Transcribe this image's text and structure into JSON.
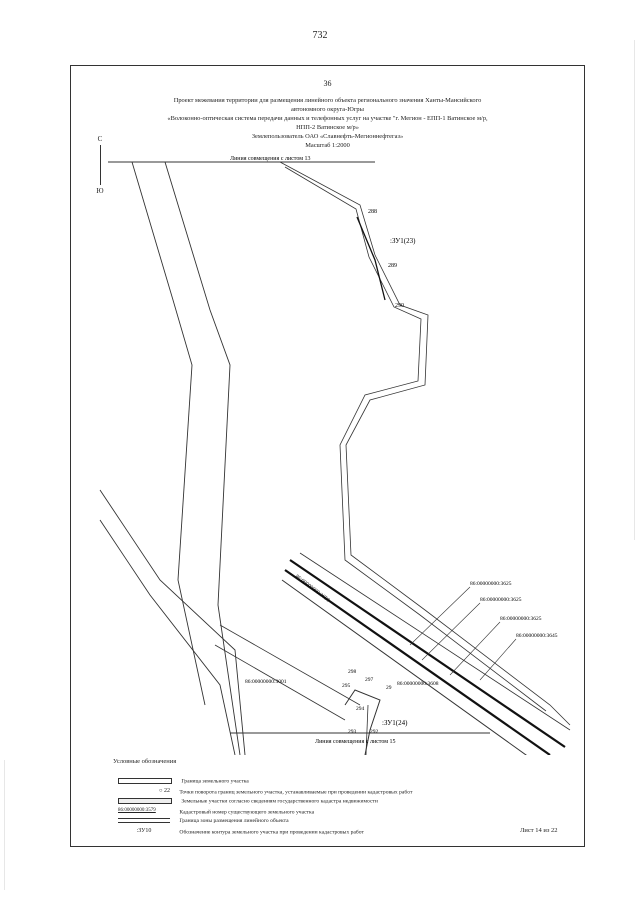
{
  "page_number": "732",
  "sheet_number": "36",
  "title_lines": [
    "Проект межевания территории для размещения линейного объекта регионального значения Ханты-Мансийского",
    "автономного округа-Югры",
    "«Волоконно-оптическая система передачи данных и телефонных услуг на участке \"г. Мегион - ЕПП-1 Ватинское м/р,",
    "НПП-2 Ватинское м/р»",
    "Землепользователь ОАО «Славнефть-Мегионнефтегаз»",
    "Масштаб 1:2000"
  ],
  "north": {
    "top": "С",
    "bottom": "Ю"
  },
  "match_line_top": "Линия совмещения с листом 13",
  "match_line_bottom": "Линия совмещения с листом 15",
  "map_labels": {
    "p288": "288",
    "p289": "289",
    "p290": "290",
    "zu23": ":ЗУ1(23)",
    "zu24": ":ЗУ1(24)",
    "p294": "294",
    "p295": "295",
    "p297": "297",
    "p298": "298",
    "p292": "292",
    "p293": "293",
    "p29": "29",
    "cad_left": "86:00000000:3001",
    "cad_diag": "86:00000000:3659",
    "cad_r1": "86:00000000:3625",
    "cad_r2": "86:00000000:3625",
    "cad_r3": "86:00000000:3625",
    "cad_r4": "86:00000000:3645",
    "cad_mid": "86:00000000:3608"
  },
  "legend": {
    "title": "Условные обозначения",
    "rows": [
      {
        "symbol": "",
        "text": "Граница земельного участка"
      },
      {
        "symbol": "○ 22",
        "text": "Точки поворота границ земельного участка, устанавливаемые при проведении кадастровых работ"
      },
      {
        "symbol": "",
        "text": "Земельные участки согласно сведениям государственного кадастра недвижимости"
      },
      {
        "symbol": "86:00000000:3579",
        "text": "Кадастровый номер существующего земельного участка"
      },
      {
        "symbol": "",
        "text": "Граница зоны размещения линейного объекта"
      },
      {
        "symbol": ":ЗУ10",
        "text": "Обозначение контура земельного участка при проведении кадастровых работ"
      }
    ]
  },
  "sheet_of": "Лист 14 из 22"
}
